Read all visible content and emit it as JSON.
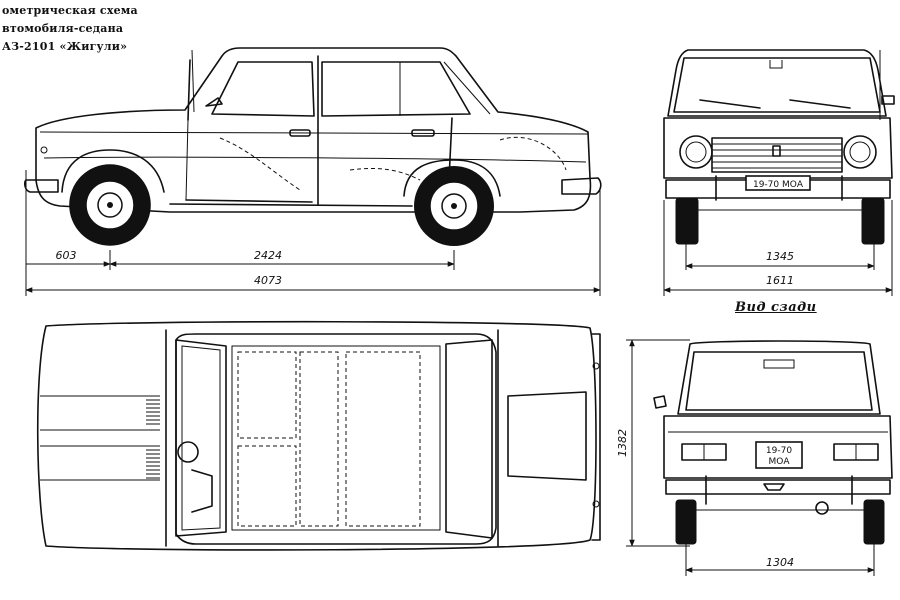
{
  "title": {
    "line1": "ометрическая схема",
    "line2": "втомобиля-седана",
    "line3": "АЗ-2101 «Жигули»"
  },
  "rear_view_caption": "Вид сзади",
  "dimensions": {
    "front_overhang": "603",
    "wheelbase": "2424",
    "overall_length": "4073",
    "front_track": "1345",
    "overall_width": "1611",
    "height": "1382",
    "rear_track": "1304"
  },
  "plates": {
    "front": "19-70 МОА",
    "rear_top": "19-70",
    "rear_bottom": "МОА"
  }
}
